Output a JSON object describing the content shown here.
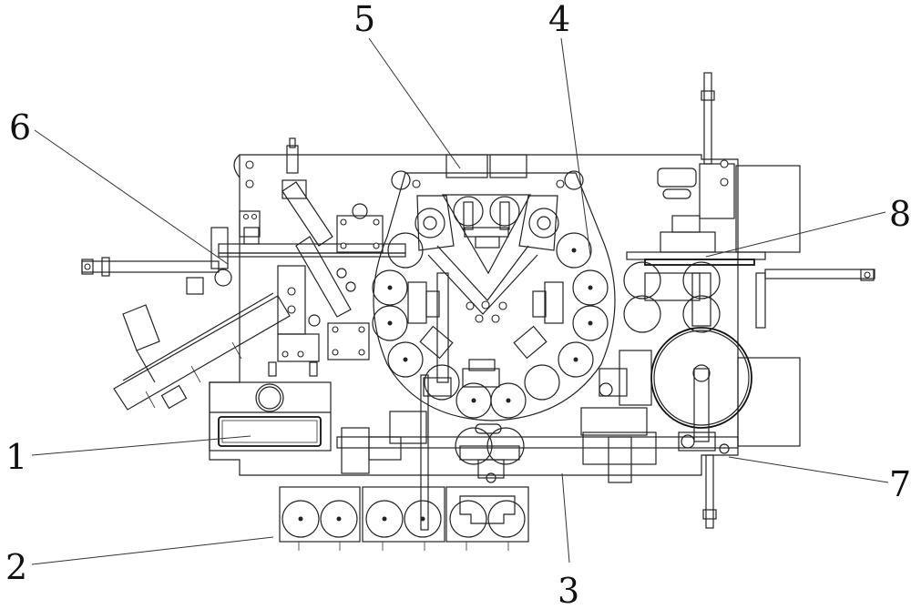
{
  "figure": {
    "type": "patent mechanical drawing (top view)",
    "callouts": [
      {
        "id": "1",
        "label": "1"
      },
      {
        "id": "2",
        "label": "2"
      },
      {
        "id": "3",
        "label": "3"
      },
      {
        "id": "4",
        "label": "4"
      },
      {
        "id": "5",
        "label": "5"
      },
      {
        "id": "6",
        "label": "6"
      },
      {
        "id": "7",
        "label": "7"
      },
      {
        "id": "8",
        "label": "8"
      }
    ]
  },
  "colors": {
    "line": "#222222",
    "background": "#ffffff"
  }
}
